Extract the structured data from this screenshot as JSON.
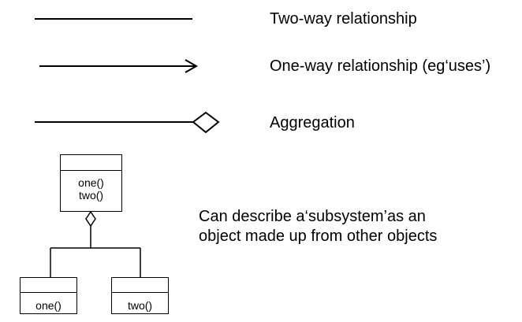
{
  "legend": {
    "two_way_label": "Two-way relationship",
    "one_way_label": "One-way relationship (eg‘uses’)",
    "aggregation_label": "Aggregation"
  },
  "example": {
    "parent_class": {
      "operations": [
        "one()",
        "two()"
      ]
    },
    "child_one": {
      "operations": [
        "one()"
      ]
    },
    "child_two": {
      "operations": [
        "two()"
      ]
    }
  },
  "description": {
    "line1": "Can describe a‘subsystem’as an",
    "line2": "object made up from other objects"
  },
  "colors": {
    "line": "#000000",
    "background": "#ffffff"
  }
}
